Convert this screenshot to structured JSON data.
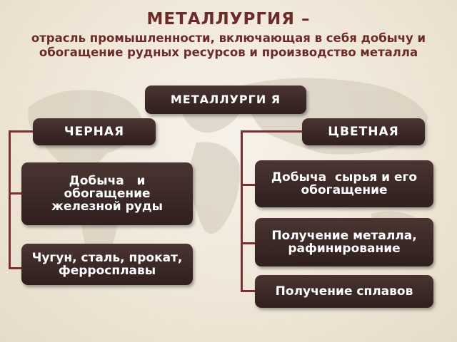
{
  "title": {
    "main": "МЕТАЛЛУРГИЯ –",
    "subtitle": "отрасль промышленности, включающая в себя добычу и обогащение рудных ресурсов и производство металла"
  },
  "diagram": {
    "root": "МЕТАЛЛУРГИ Я",
    "branches": [
      {
        "label": "ЧЕРНАЯ",
        "items": [
          "Добыча   и обогащение железной руды",
          "Чугун, сталь, прокат, ферросплавы"
        ]
      },
      {
        "label": "ЦВЕТНАЯ",
        "items": [
          "Добыча  сырья и его обогащение",
          "Получение металла, рафинирование",
          "Получение сплавов"
        ]
      }
    ]
  },
  "colors": {
    "title": "#6b2b2b",
    "box": "#3d2a27",
    "connector": "#7a3030",
    "background": "#f3ece0"
  }
}
